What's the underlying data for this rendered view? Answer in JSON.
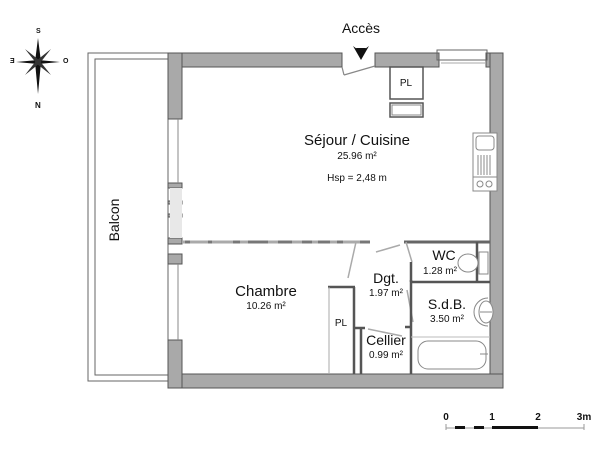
{
  "plan": {
    "entrance_label": "Accès",
    "ceiling_height": "Hsp =  2,48 m",
    "rooms": {
      "sejour": {
        "name": "Séjour / Cuisine",
        "area": "25.96 m²"
      },
      "chambre": {
        "name": "Chambre",
        "area": "10.26 m²"
      },
      "dgt": {
        "name": "Dgt.",
        "area": "1.97 m²"
      },
      "wc": {
        "name": "WC",
        "area": "1.28 m²"
      },
      "sdb": {
        "name": "S.d.B.",
        "area": "3.50 m²"
      },
      "cellier": {
        "name": "Cellier",
        "area": "0.99 m²"
      },
      "balcon": {
        "name": "Balcon"
      }
    },
    "closets": {
      "pl_top": "PL",
      "pl_chambre": "PL"
    }
  },
  "compass": {
    "north": "N",
    "south": "S",
    "east": "E",
    "west": "O"
  },
  "scale": {
    "ticks": [
      "0",
      "1",
      "2",
      "3m"
    ]
  },
  "colors": {
    "wall": "#a9a9a9",
    "wall_edge": "#555555",
    "fixture": "#888888"
  }
}
